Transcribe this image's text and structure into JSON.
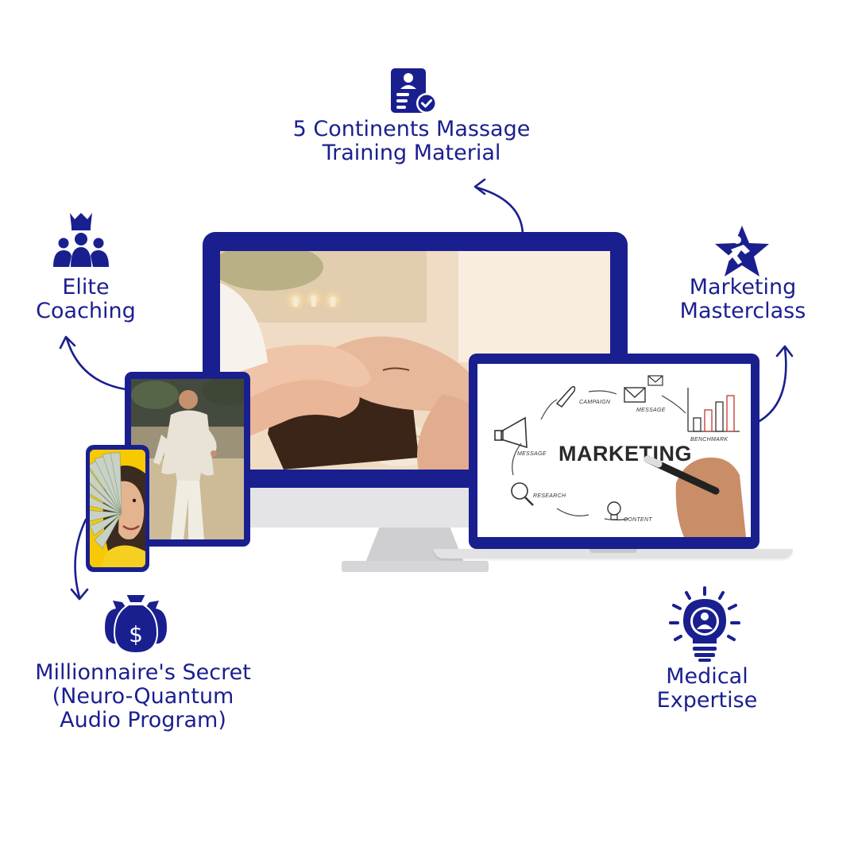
{
  "features": [
    {
      "id": "training",
      "lines": [
        "5 Continents Massage",
        "Training Material"
      ],
      "icon": "id-badge-check-icon"
    },
    {
      "id": "coaching",
      "lines": [
        "Elite",
        "Coaching"
      ],
      "icon": "crowned-group-icon"
    },
    {
      "id": "marketing",
      "lines": [
        "Marketing",
        "Masterclass"
      ],
      "icon": "star-person-icon"
    },
    {
      "id": "audio",
      "lines": [
        "Millionnaire's Secret",
        "(Neuro-Quantum",
        "Audio Program)"
      ],
      "icon": "money-bags-icon"
    },
    {
      "id": "medical",
      "lines": [
        "Medical",
        "Expertise"
      ],
      "icon": "lightbulb-person-icon"
    }
  ],
  "laptop_screen": {
    "headline": "MARKETING",
    "words": [
      "CAMPAIGN",
      "MESSAGE",
      "BENCHMARK",
      "MESSAGE",
      "RESEARCH",
      "CONTENT"
    ]
  },
  "colors": {
    "brand": "#1a1f8f",
    "device_silver": "#e4e4e6"
  }
}
